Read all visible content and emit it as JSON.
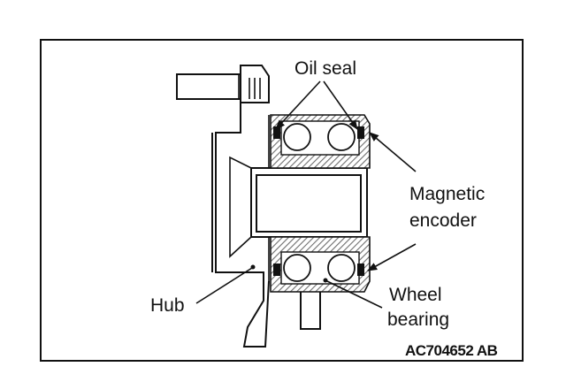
{
  "labels": {
    "oil_seal": "Oil seal",
    "magnetic_encoder_line1": "Magnetic",
    "magnetic_encoder_line2": "encoder",
    "hub": "Hub",
    "wheel_bearing_line1": "Wheel",
    "wheel_bearing_line2": "bearing"
  },
  "figure_code": "AC704652 AB",
  "colors": {
    "line": "#111111",
    "hatch": "#6e6e6e",
    "paper": "#ffffff"
  }
}
